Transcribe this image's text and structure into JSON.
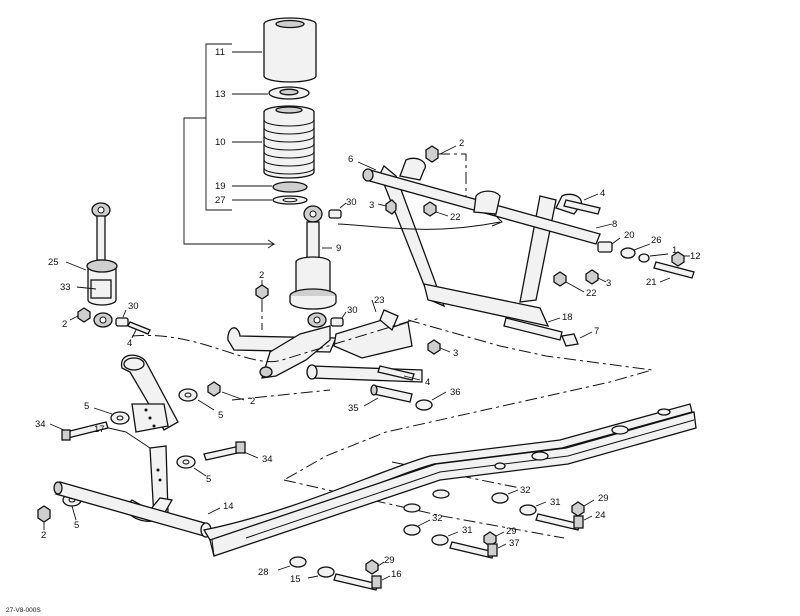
{
  "diagram_code": "27-V8-000S",
  "callouts": [
    {
      "id": "c11",
      "text": "11"
    },
    {
      "id": "c13",
      "text": "13"
    },
    {
      "id": "c10",
      "text": "10"
    },
    {
      "id": "c19",
      "text": "19"
    },
    {
      "id": "c27",
      "text": "27"
    },
    {
      "id": "c9",
      "text": "9"
    },
    {
      "id": "c30a",
      "text": "30"
    },
    {
      "id": "c3a",
      "text": "3"
    },
    {
      "id": "c22a",
      "text": "22"
    },
    {
      "id": "c2a",
      "text": "2"
    },
    {
      "id": "c6",
      "text": "6"
    },
    {
      "id": "c4a",
      "text": "4"
    },
    {
      "id": "c8",
      "text": "8"
    },
    {
      "id": "c20",
      "text": "20"
    },
    {
      "id": "c26",
      "text": "26"
    },
    {
      "id": "c1",
      "text": "1"
    },
    {
      "id": "c12",
      "text": "12"
    },
    {
      "id": "c21",
      "text": "21"
    },
    {
      "id": "c3b",
      "text": "3"
    },
    {
      "id": "c22b",
      "text": "22"
    },
    {
      "id": "c18",
      "text": "18"
    },
    {
      "id": "c7",
      "text": "7"
    },
    {
      "id": "c25",
      "text": "25"
    },
    {
      "id": "c33",
      "text": "33"
    },
    {
      "id": "c2b",
      "text": "2"
    },
    {
      "id": "c30b",
      "text": "30"
    },
    {
      "id": "c4b",
      "text": "4"
    },
    {
      "id": "c2c",
      "text": "2"
    },
    {
      "id": "c30c",
      "text": "30"
    },
    {
      "id": "c23",
      "text": "23"
    },
    {
      "id": "c3c",
      "text": "3"
    },
    {
      "id": "c4c",
      "text": "4"
    },
    {
      "id": "c36",
      "text": "36"
    },
    {
      "id": "c35",
      "text": "35"
    },
    {
      "id": "c5a",
      "text": "5"
    },
    {
      "id": "c5b",
      "text": "5"
    },
    {
      "id": "c2d",
      "text": "2"
    },
    {
      "id": "c34a",
      "text": "34"
    },
    {
      "id": "c17",
      "text": "17"
    },
    {
      "id": "c5c",
      "text": "5"
    },
    {
      "id": "c34b",
      "text": "34"
    },
    {
      "id": "c14",
      "text": "14"
    },
    {
      "id": "c2e",
      "text": "2"
    },
    {
      "id": "c5d",
      "text": "5"
    },
    {
      "id": "c32a",
      "text": "32"
    },
    {
      "id": "c31a",
      "text": "31"
    },
    {
      "id": "c29a",
      "text": "29"
    },
    {
      "id": "c24",
      "text": "24"
    },
    {
      "id": "c32b",
      "text": "32"
    },
    {
      "id": "c31b",
      "text": "31"
    },
    {
      "id": "c29b",
      "text": "29"
    },
    {
      "id": "c37",
      "text": "37"
    },
    {
      "id": "c28",
      "text": "28"
    },
    {
      "id": "c15",
      "text": "15"
    },
    {
      "id": "c29c",
      "text": "29"
    },
    {
      "id": "c16",
      "text": "16"
    }
  ]
}
